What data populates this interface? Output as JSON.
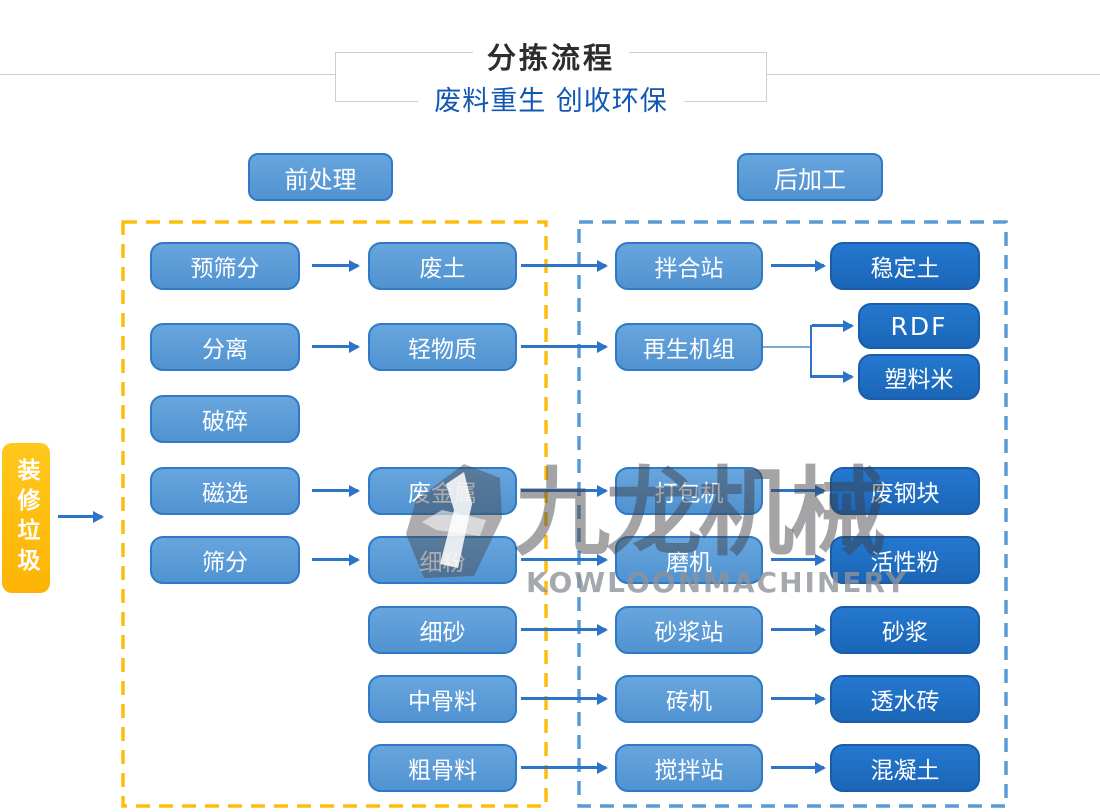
{
  "title": "分拣流程",
  "subtitle": "废料重生 创收环保",
  "sections": {
    "pre": "前处理",
    "post": "后加工"
  },
  "source": {
    "label": "装修垃圾"
  },
  "watermark": {
    "cn": "九龙机械",
    "en": "KOWLOONMACHINERY"
  },
  "nodes": {
    "yushaifen": "预筛分",
    "feitu": "废土",
    "banhezhan": "拌合站",
    "wendingtu": "稳定土",
    "fenli": "分离",
    "qingwuzhi": "轻物质",
    "zaishengjizu": "再生机组",
    "rdf": "RDF",
    "suliaomi": "塑料米",
    "posui": "破碎",
    "cixuan": "磁选",
    "feijinshu": "废金属",
    "dabaoji": "打包机",
    "feigangkuai": "废钢块",
    "shaifen": "筛分",
    "xifen": "细粉",
    "moji": "磨机",
    "huoxingfen": "活性粉",
    "xisha": "细砂",
    "shajiangzhan": "砂浆站",
    "shajiang": "砂浆",
    "zhonggu": "中骨料",
    "zhuanji": "砖机",
    "toushuizhuan": "透水砖",
    "cugu": "粗骨料",
    "jiaobanzhan": "搅拌站",
    "hunningtu": "混凝土"
  },
  "colors": {
    "box_blue": "#5B9BD5",
    "box_blue_border": "#2F7AC6",
    "box_dark_blue": "#1F6EC4",
    "arrow_blue": "#2B74C6",
    "source_yellow": "#FEBE10",
    "pre_border_dash": "#FDBD10",
    "post_border_dash": "#5B9BD5",
    "subtitle_blue": "#1157B4",
    "title_line_gray": "#C9CED8"
  }
}
